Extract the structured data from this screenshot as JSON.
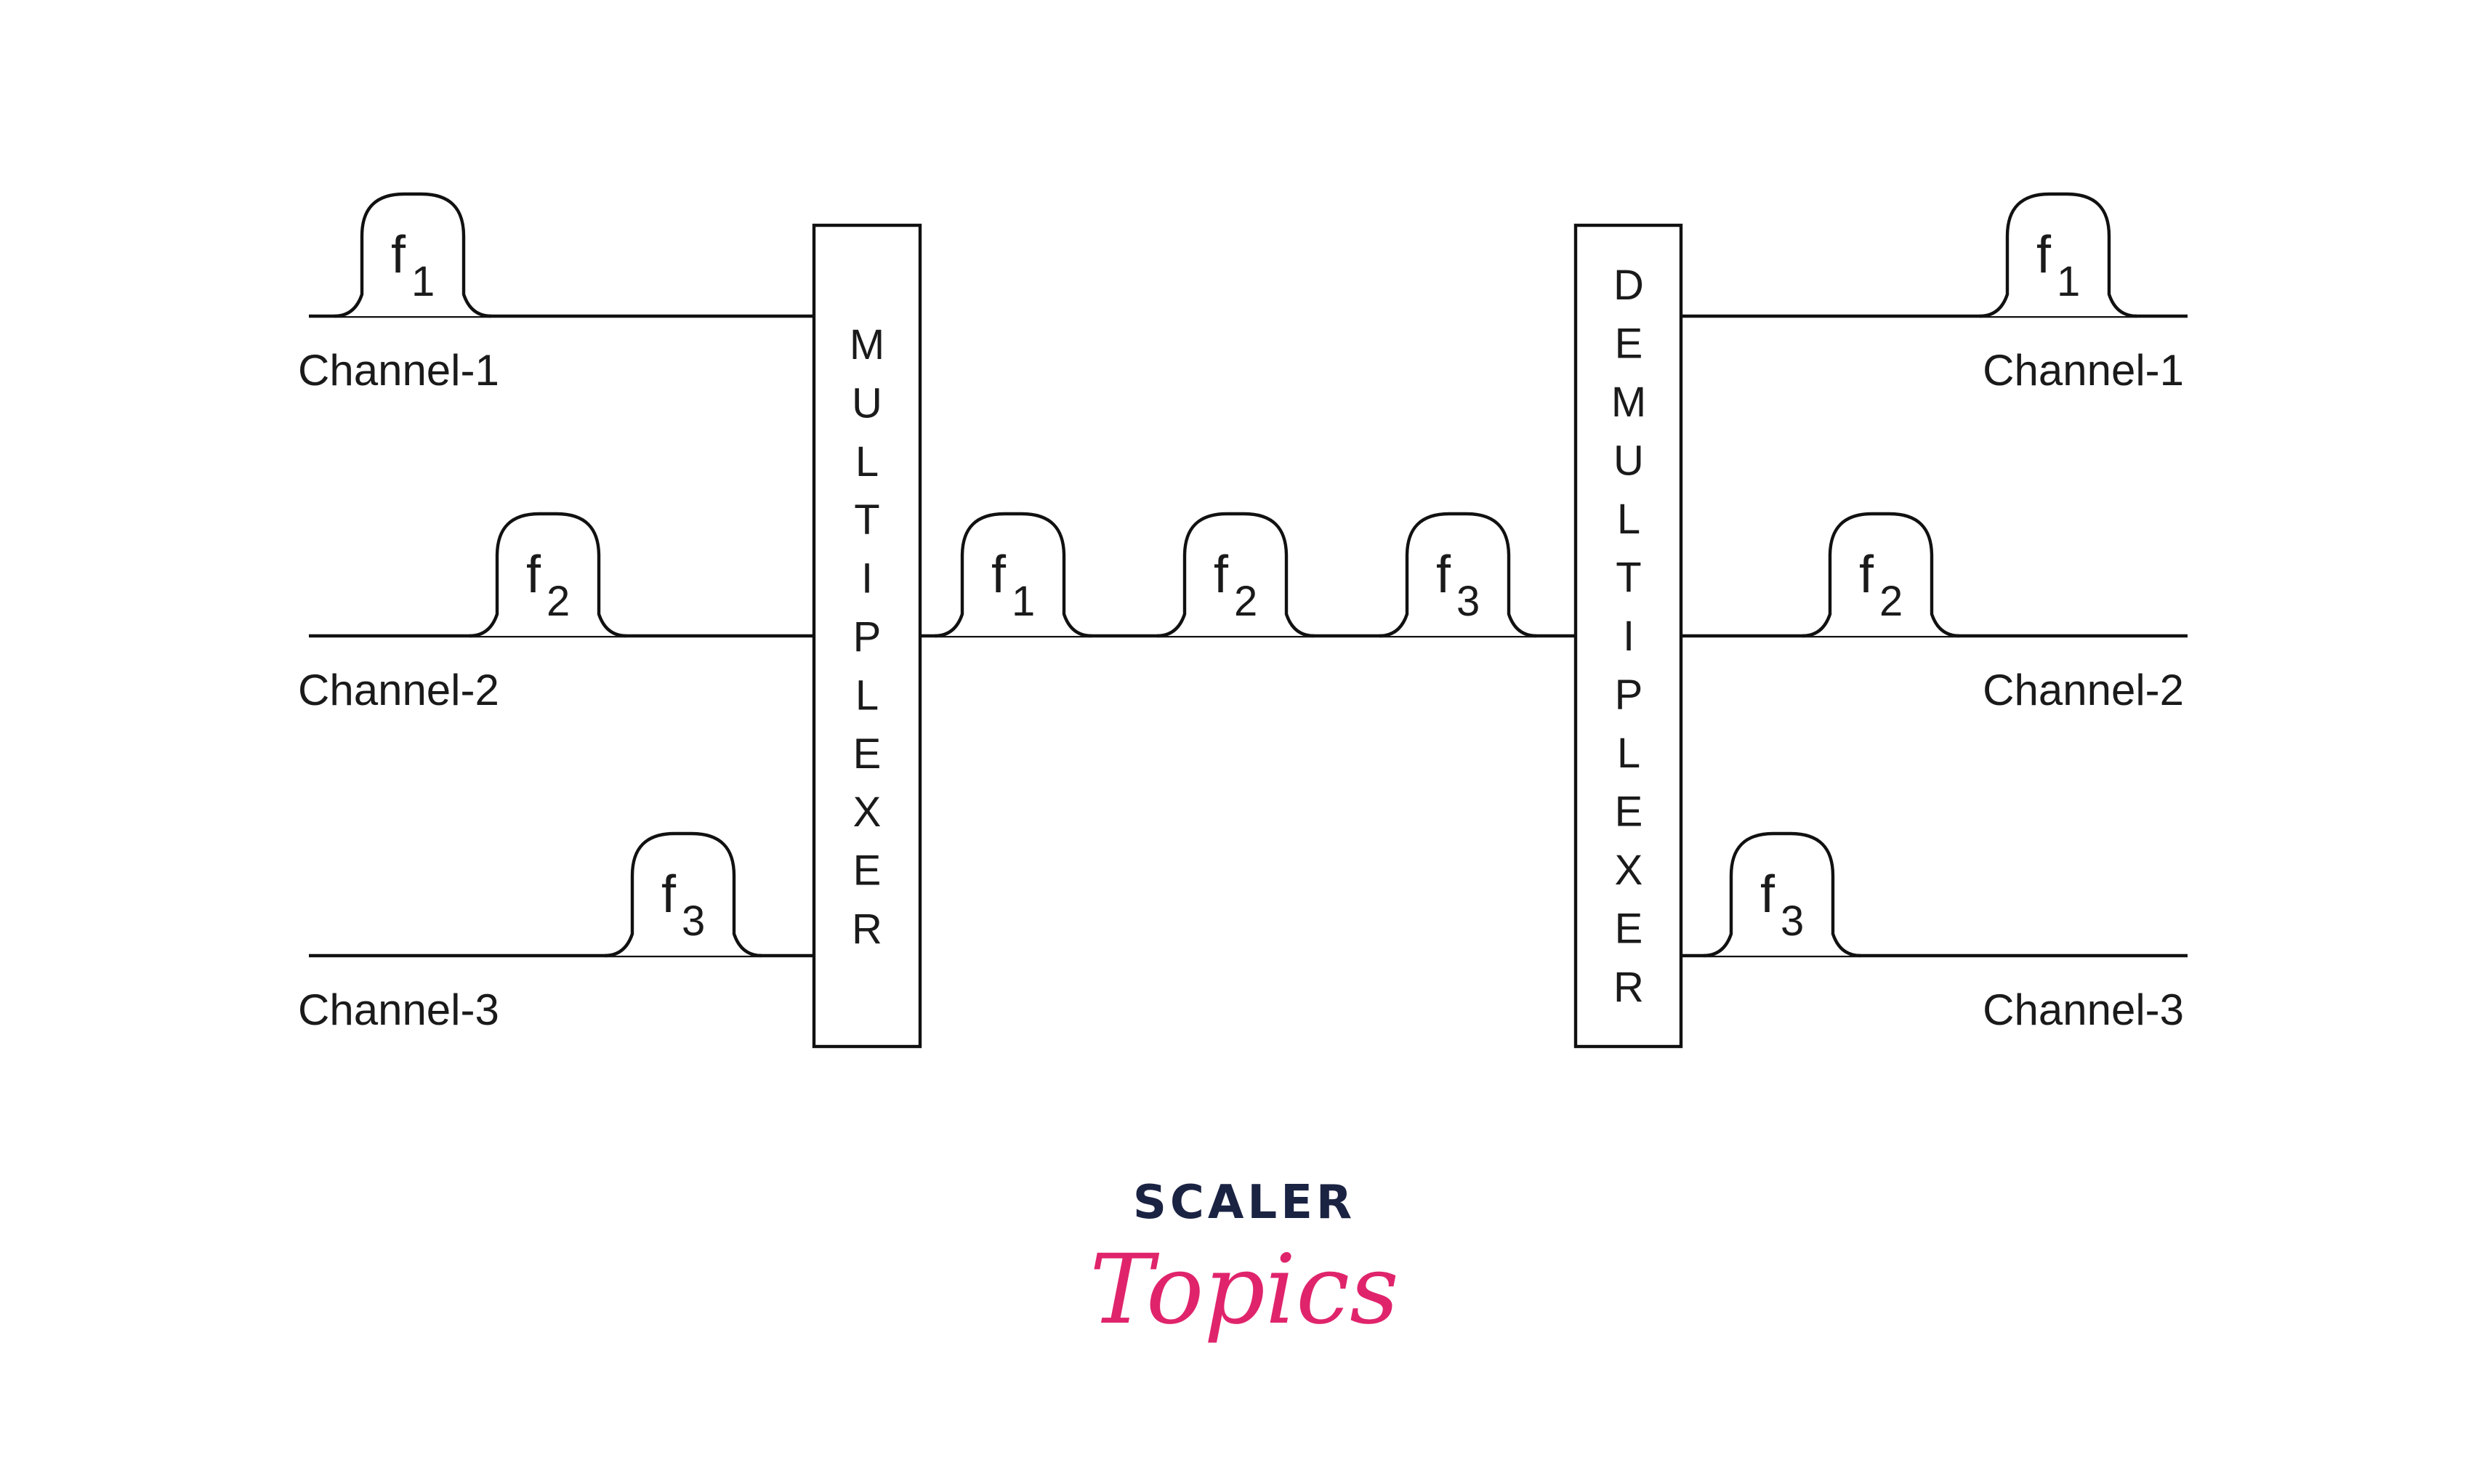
{
  "left_channels": [
    "Channel-1",
    "Channel-2",
    "Channel-3"
  ],
  "right_channels": [
    "Channel-1",
    "Channel-2",
    "Channel-3"
  ],
  "pulses": {
    "ch1": {
      "f": "f",
      "sub": "1"
    },
    "ch2": {
      "f": "f",
      "sub": "2"
    },
    "ch3": {
      "f": "f",
      "sub": "3"
    }
  },
  "multiplexer_label": "MULTIPLEXER",
  "demultiplexer_label": "DEMULTIPLEXER",
  "colors": {
    "multiplexer_fill": "#fdf3e5",
    "demultiplexer_fill": "#e9fbfb",
    "logo_dark": "#1b2343",
    "logo_pink": "#e0246c"
  },
  "logo": {
    "top": "SCALER",
    "bottom": "Topics"
  }
}
